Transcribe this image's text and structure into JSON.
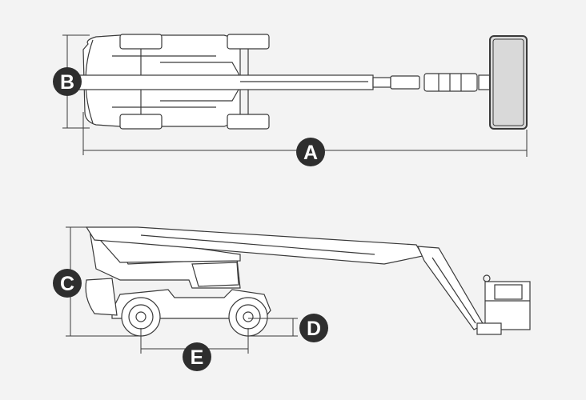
{
  "diagram": {
    "colors": {
      "background": "#f3f3f3",
      "line": "#3a3a3a",
      "badge": "#2e2e2e",
      "badge_text": "#ffffff",
      "platform": "#d9d9d9"
    },
    "labels": {
      "A": "A",
      "B": "B",
      "C": "C",
      "D": "D",
      "E": "E"
    }
  }
}
